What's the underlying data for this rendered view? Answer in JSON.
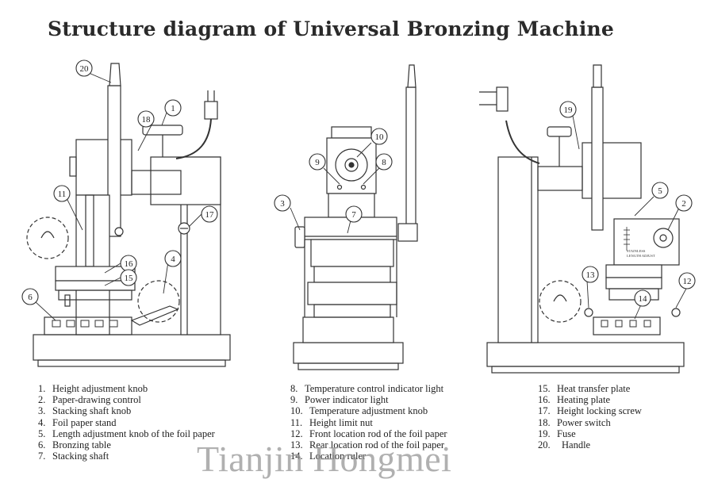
{
  "title": "Structure diagram of  Universal Bronzing Machine",
  "parts": [
    {
      "num": "1.",
      "label": "Height adjustment knob"
    },
    {
      "num": "2.",
      "label": "Paper-drawing control"
    },
    {
      "num": "3.",
      "label": "Stacking shaft knob"
    },
    {
      "num": "4.",
      "label": "Foil paper stand"
    },
    {
      "num": "5.",
      "label": "Length adjustment knob of the foil paper"
    },
    {
      "num": "6.",
      "label": "Bronzing table"
    },
    {
      "num": "7.",
      "label": "Stacking shaft"
    },
    {
      "num": "8.",
      "label": "Temperature control  indicator light"
    },
    {
      "num": "9.",
      "label": "Power indicator light"
    },
    {
      "num": "10.",
      "label": "Temperature adjustment knob"
    },
    {
      "num": "11.",
      "label": "Height limit nut"
    },
    {
      "num": "12.",
      "label": "Front location rod of the foil paper"
    },
    {
      "num": "13.",
      "label": "Rear location rod of the foil paper"
    },
    {
      "num": "14.",
      "label": "Location ruler"
    },
    {
      "num": "15.",
      "label": "Heat transfer plate"
    },
    {
      "num": "16.",
      "label": "Heating plate"
    },
    {
      "num": "17.",
      "label": "Height locking screw"
    },
    {
      "num": "18.",
      "label": "Power switch"
    },
    {
      "num": "19.",
      "label": "Fuse"
    },
    {
      "num": "20.",
      "label": "Handle"
    }
  ],
  "callouts": [
    "20",
    "1",
    "18",
    "11",
    "17",
    "16",
    "15",
    "4",
    "6",
    "10",
    "9",
    "8",
    "3",
    "7",
    "19",
    "5",
    "2",
    "13",
    "12",
    "14"
  ],
  "dial_text": [
    "STAINLESS",
    "LENGTH ADJUST"
  ],
  "watermark": "Tianjin Hongmei"
}
